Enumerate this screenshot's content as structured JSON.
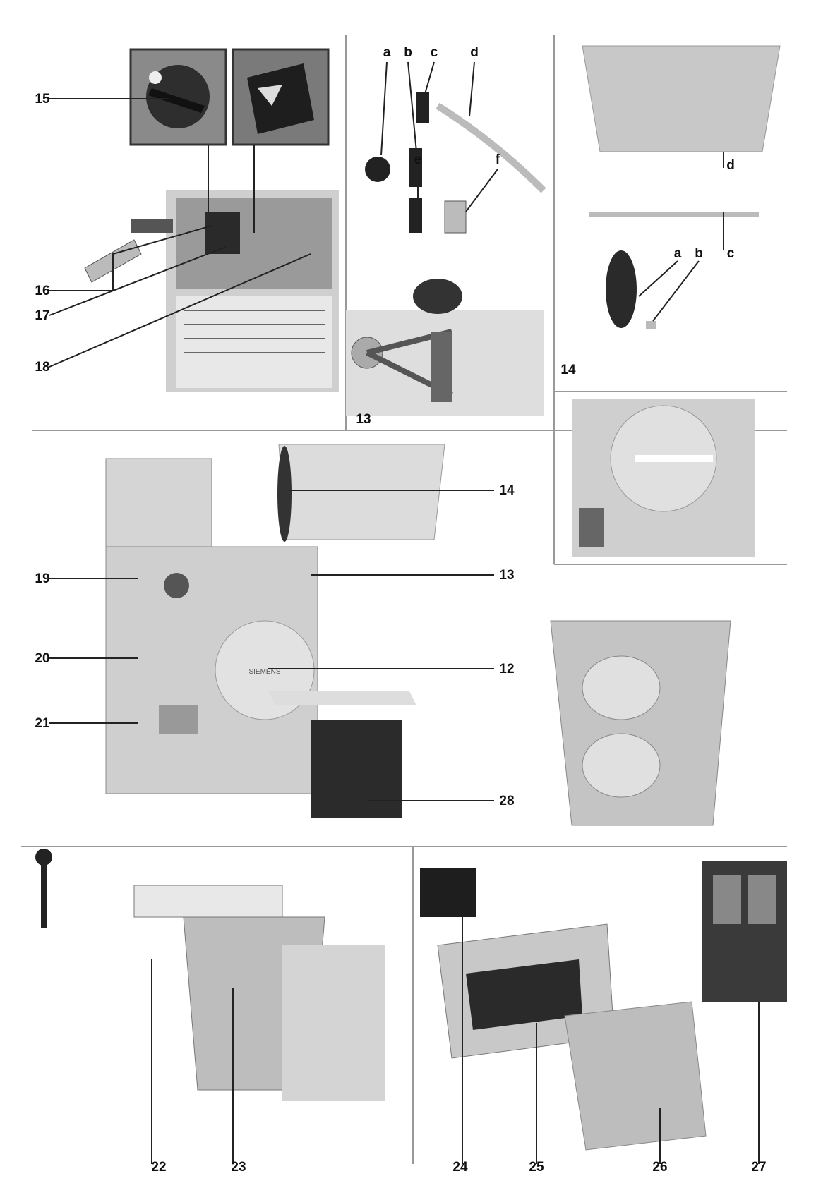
{
  "labels": {
    "n12": "12",
    "n13": "13",
    "n13b": "13",
    "n14": "14",
    "n14b": "14",
    "n15": "15",
    "n16": "16",
    "n17": "17",
    "n18": "18",
    "n19": "19",
    "n20": "20",
    "n21": "21",
    "n22": "22",
    "n23": "23",
    "n24": "24",
    "n25": "25",
    "n26": "26",
    "n27": "27",
    "n28": "28",
    "a": "a",
    "b": "b",
    "c": "c",
    "d": "d",
    "e": "e",
    "f": "f",
    "a2": "a",
    "b2": "b",
    "c2": "c",
    "d2": "d"
  },
  "brand": "SIEMENS",
  "colors": {
    "photo_bg": "#d9d9d9",
    "metal": "#bdbdbd",
    "dark": "#2a2a2a",
    "divider": "#9a9a9a"
  }
}
